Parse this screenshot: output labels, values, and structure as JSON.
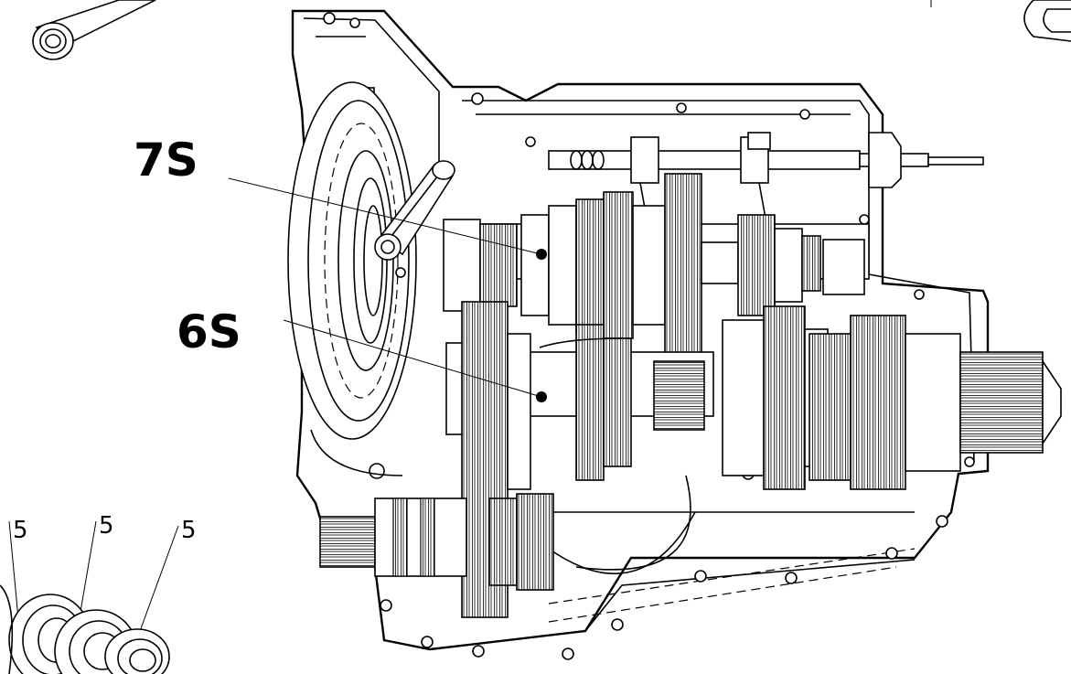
{
  "labels": {
    "seven_s": "7S",
    "six_s": "6S",
    "item_a": "5",
    "item_b": "5",
    "item_c": "5"
  }
}
